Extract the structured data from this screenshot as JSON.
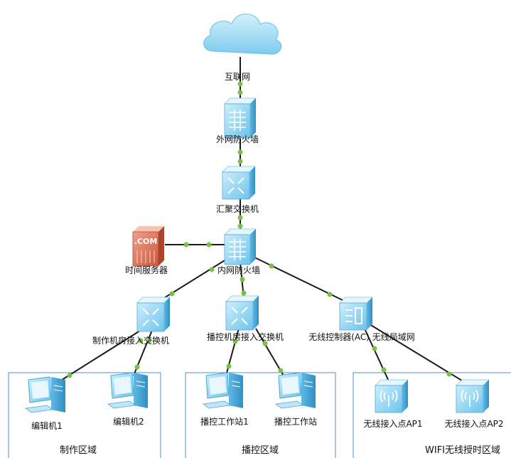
{
  "nodes": {
    "internet": "互联网",
    "outer_firewall": "外网防火墙",
    "core_switch": "汇聚交换机",
    "time_server": "时间服务器",
    "time_server_badge": ".COM",
    "inner_firewall": "内网防火墙",
    "production_switch": "制作机房接入交换机",
    "broadcast_switch": "播控机房接入交换机",
    "wireless_controller": "无线控制器(AC) 无线局域网",
    "editor1": "编辑机1",
    "editor2": "编辑机2",
    "broadcast_ws1": "播控工作站1",
    "broadcast_ws2": "播控工作站",
    "ap1": "无线接入点AP1",
    "ap2": "无线接入点AP2"
  },
  "zones": {
    "production": "制作区域",
    "broadcast": "播控区域",
    "wifi": "WIFI无线授时区域"
  },
  "colors": {
    "link": "#1a1a1a",
    "port": "#7ac143",
    "zone_border": "#4a8fd6",
    "device_top": "#d6f0fb",
    "device_face": "#8fd3f0",
    "device_side": "#4aa6d6",
    "server": "#e0775a",
    "cloud": "#9fd9f2"
  }
}
